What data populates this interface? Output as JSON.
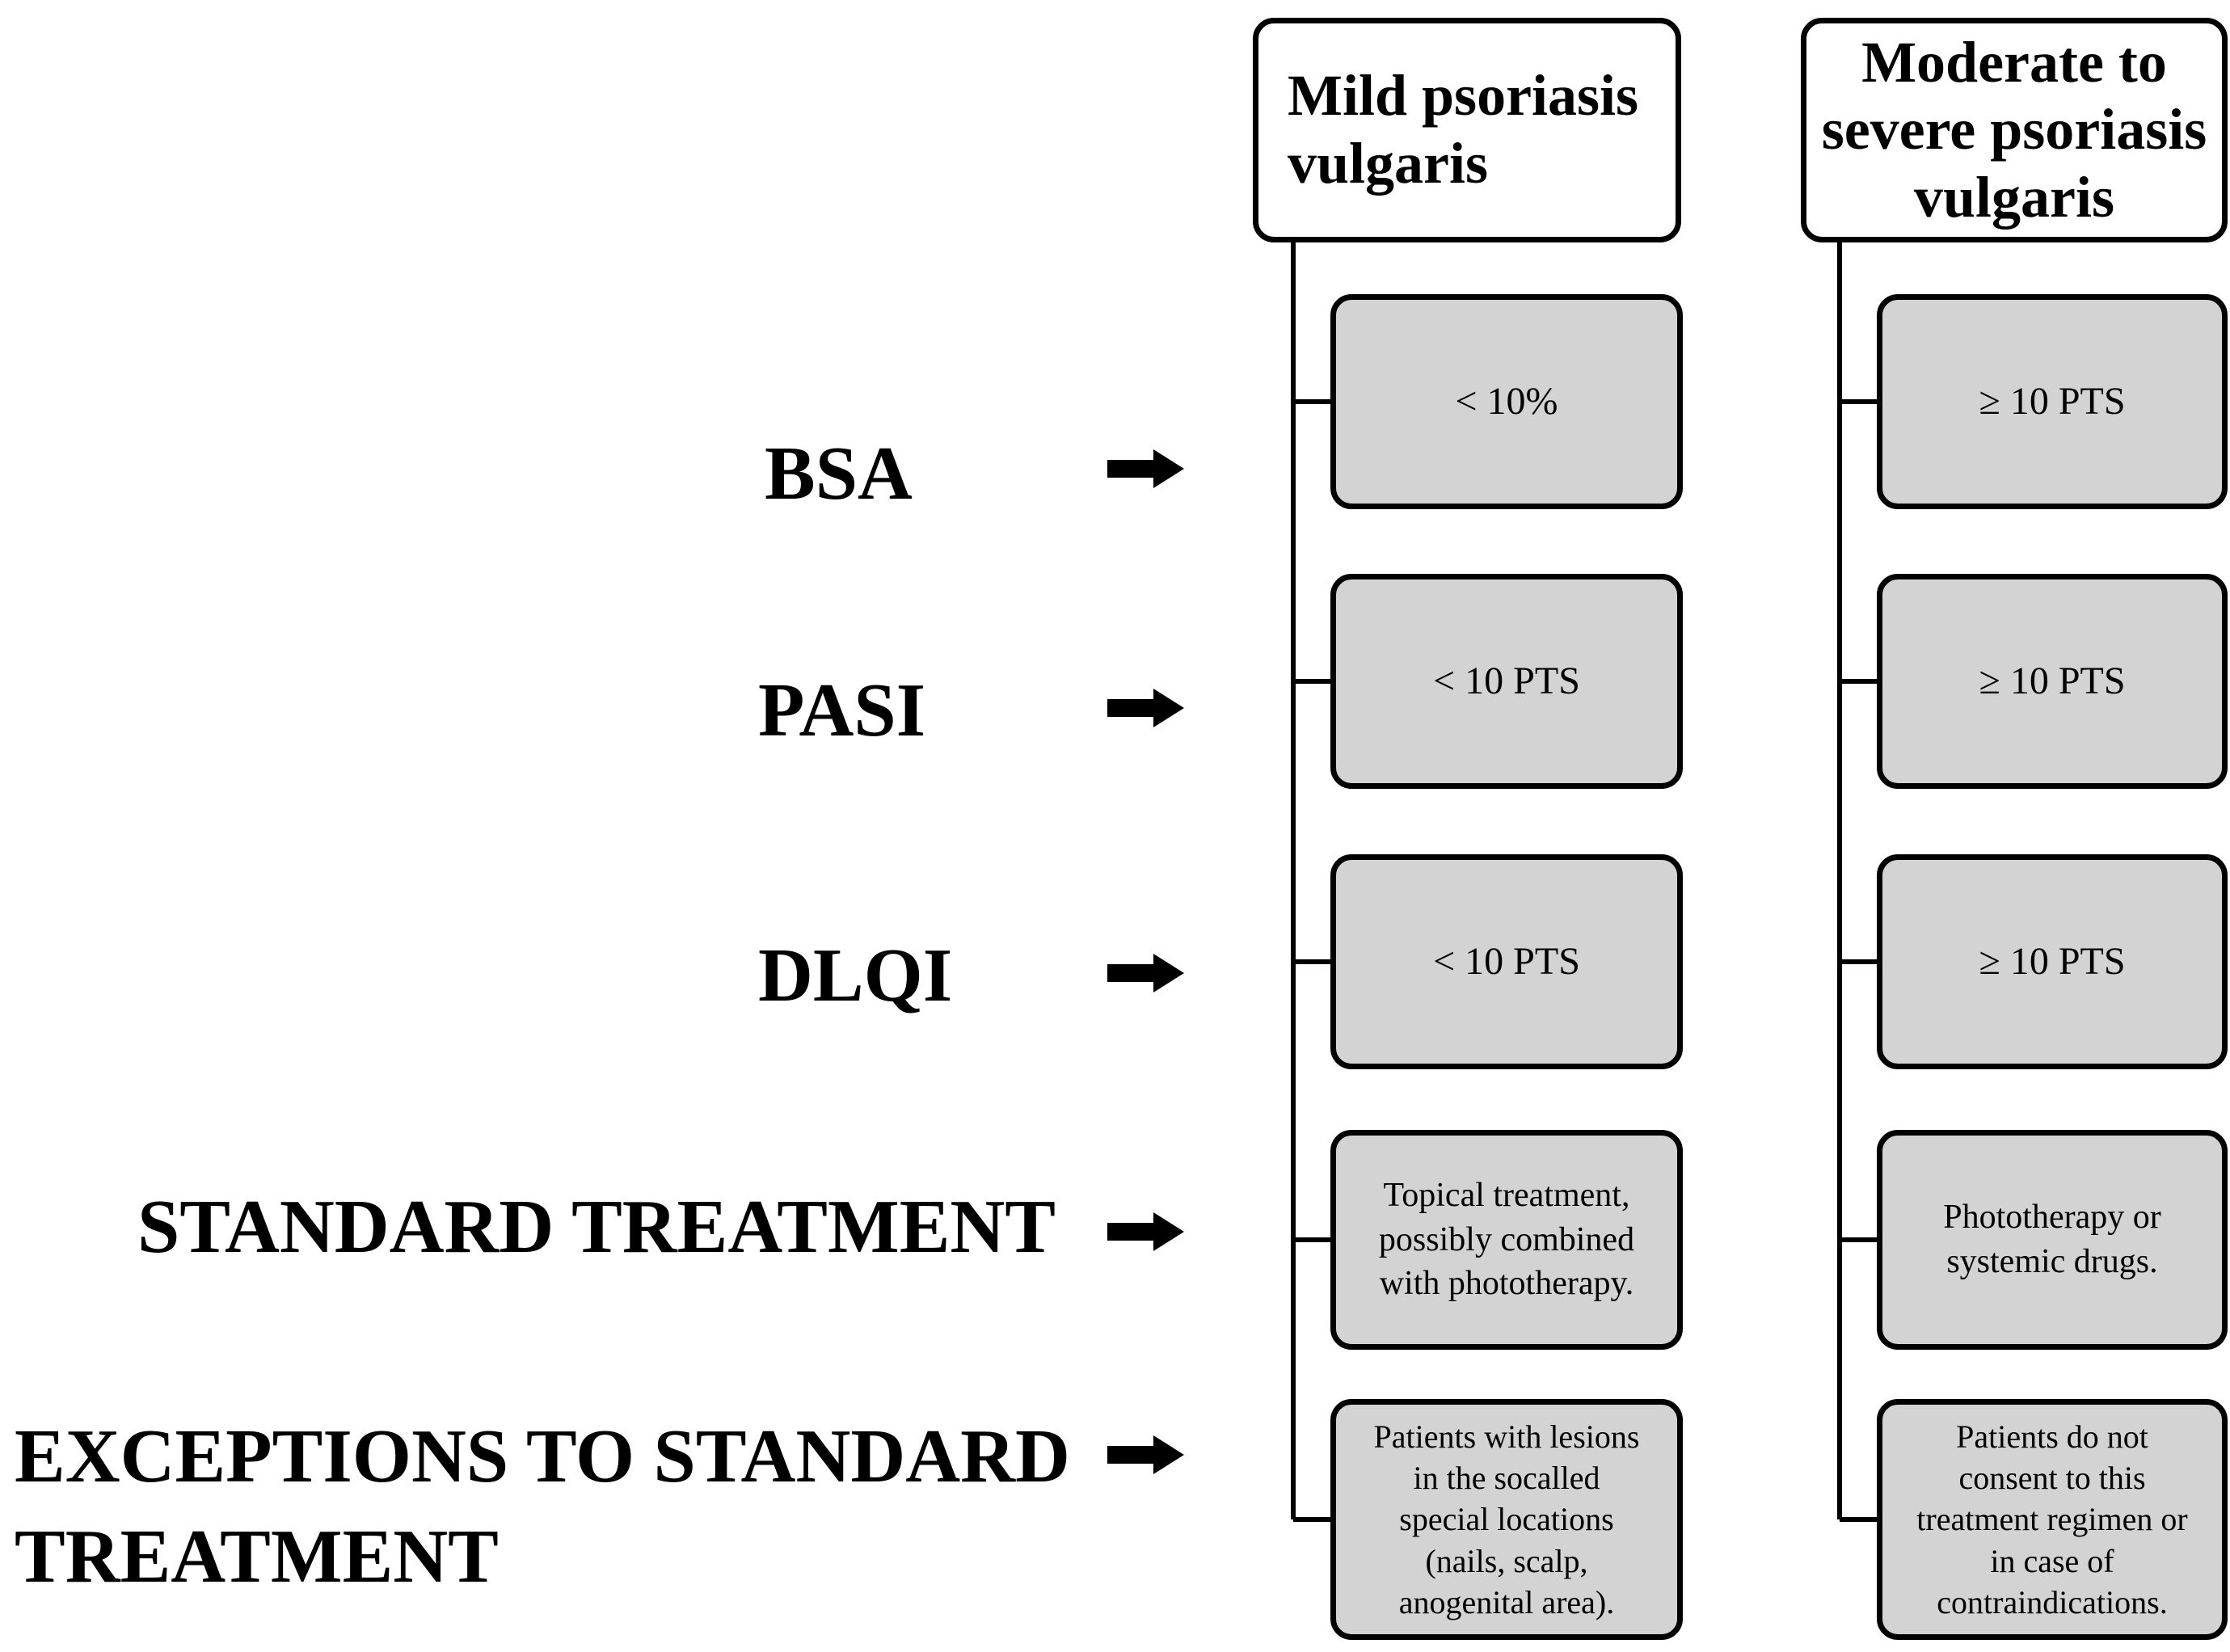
{
  "diagram": {
    "row_labels": {
      "bsa": "BSA",
      "pasi": "PASI",
      "dlqi": "DLQI",
      "standard_treatment": "STANDARD TREATMENT",
      "exceptions": "EXCEPTIONS TO STANDARD TREATMENT"
    },
    "columns": [
      {
        "header": "Mild psoriasis\nvulgaris",
        "cells": [
          "< 10%",
          "< 10 PTS",
          "< 10 PTS",
          "Topical treatment,\npossibly combined\nwith phototherapy.",
          "Patients with lesions\nin the socalled\nspecial locations\n(nails, scalp,\nanogenital area)."
        ]
      },
      {
        "header": "Moderate to\nsevere psoriasis\nvulgaris",
        "cells": [
          "≥ 10 PTS",
          "≥ 10 PTS",
          "≥ 10 PTS",
          "Phototherapy or\nsystemic drugs.",
          "Patients do not\nconsent to this\ntreatment regimen or\nin case of\ncontraindications."
        ]
      }
    ],
    "colors": {
      "box_fill": "#d3d3d3",
      "box_border": "#000000",
      "line": "#000000",
      "background": "#ffffff",
      "text": "#000000"
    }
  }
}
